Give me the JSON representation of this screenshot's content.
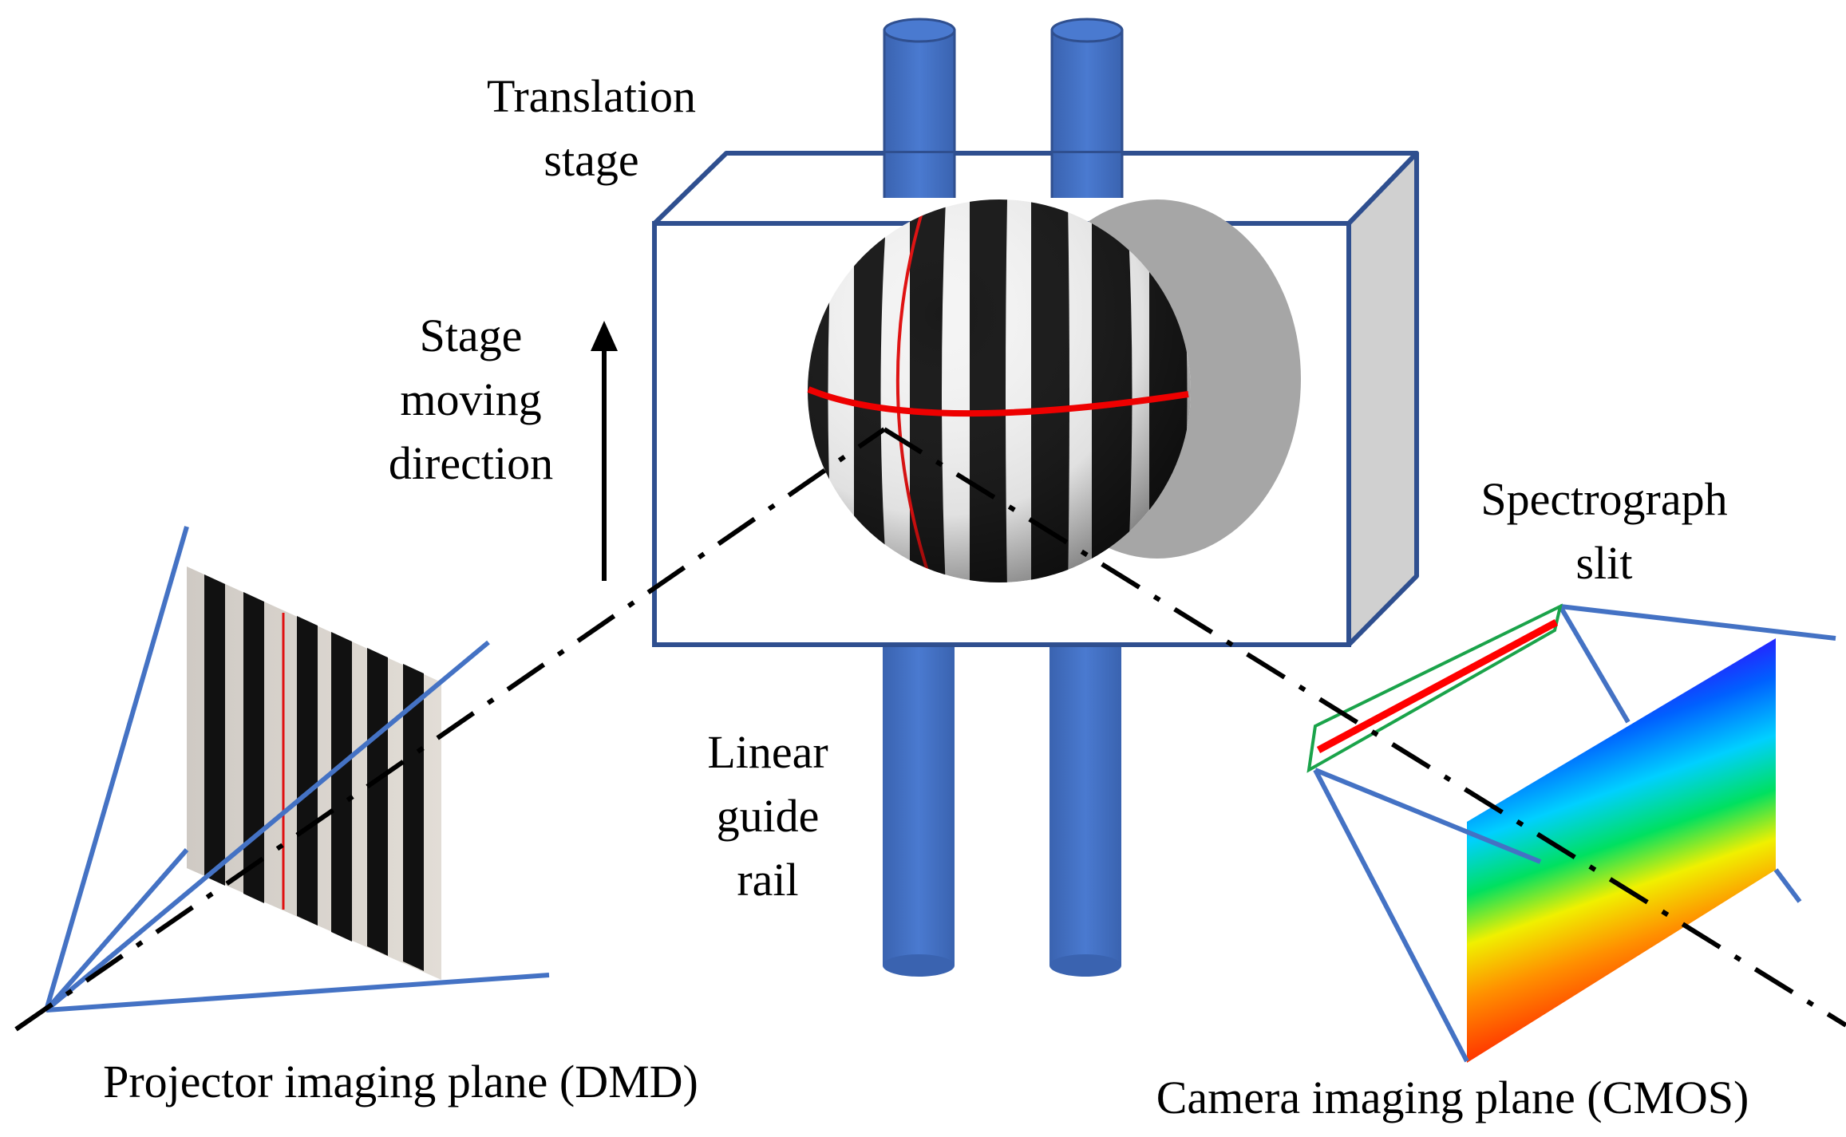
{
  "labels": {
    "translation_stage": [
      "Translation",
      "stage"
    ],
    "stage_moving_direction": [
      "Stage",
      "moving",
      "direction"
    ],
    "linear_guide_rail": [
      "Linear",
      "guide",
      "rail"
    ],
    "spectrograph_slit": [
      "Spectrograph",
      "slit"
    ],
    "projector_plane": "Projector imaging plane (DMD)",
    "camera_plane": "Camera imaging plane (CMOS)"
  },
  "colors": {
    "rail_blue": "#4472c4",
    "box_outline": "#2f4f8f",
    "slit_red": "#ff0000",
    "slit_frame_green": "#1aa34a",
    "shadow_gray": "#a6a6a6",
    "stripe_dark": "#1a1a1a",
    "stripe_light": "#e8e8e8"
  },
  "spectrum_colors": [
    "#7a009a",
    "#3a00ff",
    "#0060ff",
    "#00d0ff",
    "#00e060",
    "#f0f000",
    "#ff9000",
    "#ff1000"
  ]
}
